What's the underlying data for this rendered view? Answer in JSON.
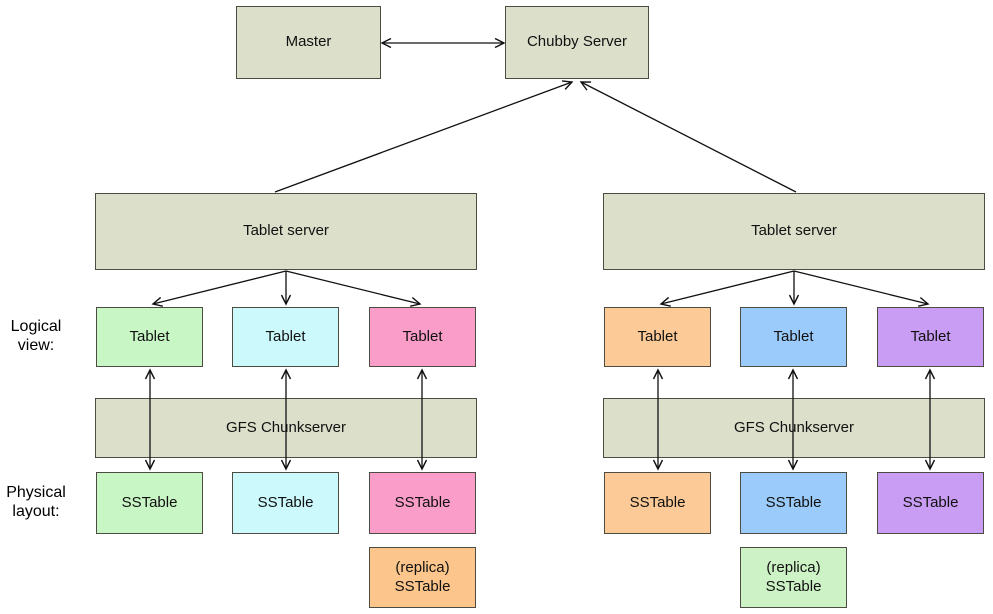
{
  "colors": {
    "server_fill": "#dcdfca",
    "box_border": "#4c4c42",
    "arrow": "#111111",
    "left_green": "#c9f6c5",
    "left_cyan": "#ccf9fb",
    "left_pink": "#fb9dc9",
    "right_orange": "#fcca96",
    "right_blue": "#9bcbfa",
    "right_purple": "#c99df4",
    "replica_left_orange": "#fbc58c",
    "replica_right_green": "#cdf2c5"
  },
  "nodes": {
    "master": {
      "label": "Master"
    },
    "chubby": {
      "label": "Chubby Server"
    }
  },
  "labels": {
    "logical_view": [
      "Logical",
      "view:"
    ],
    "physical_layout": [
      "Physical",
      "layout:"
    ]
  },
  "clusters": [
    {
      "tablet_server": "Tablet server",
      "gfs_chunkserver": "GFS Chunkserver",
      "tablets": [
        {
          "label": "Tablet",
          "color": "#c9f6c5"
        },
        {
          "label": "Tablet",
          "color": "#ccf9fb"
        },
        {
          "label": "Tablet",
          "color": "#fb9dc9"
        }
      ],
      "sstables": [
        {
          "label": "SSTable",
          "color": "#c9f6c5"
        },
        {
          "label": "SSTable",
          "color": "#ccf9fb"
        },
        {
          "label": "SSTable",
          "color": "#fb9dc9"
        }
      ],
      "replica": {
        "lines": [
          "(replica)",
          "SSTable"
        ],
        "color": "#fbc58c"
      }
    },
    {
      "tablet_server": "Tablet server",
      "gfs_chunkserver": "GFS Chunkserver",
      "tablets": [
        {
          "label": "Tablet",
          "color": "#fcca96"
        },
        {
          "label": "Tablet",
          "color": "#9bcbfa"
        },
        {
          "label": "Tablet",
          "color": "#c99df4"
        }
      ],
      "sstables": [
        {
          "label": "SSTable",
          "color": "#fcca96"
        },
        {
          "label": "SSTable",
          "color": "#9bcbfa"
        },
        {
          "label": "SSTable",
          "color": "#c99df4"
        }
      ],
      "replica": {
        "lines": [
          "(replica)",
          "SSTable"
        ],
        "color": "#cdf2c5"
      }
    }
  ]
}
